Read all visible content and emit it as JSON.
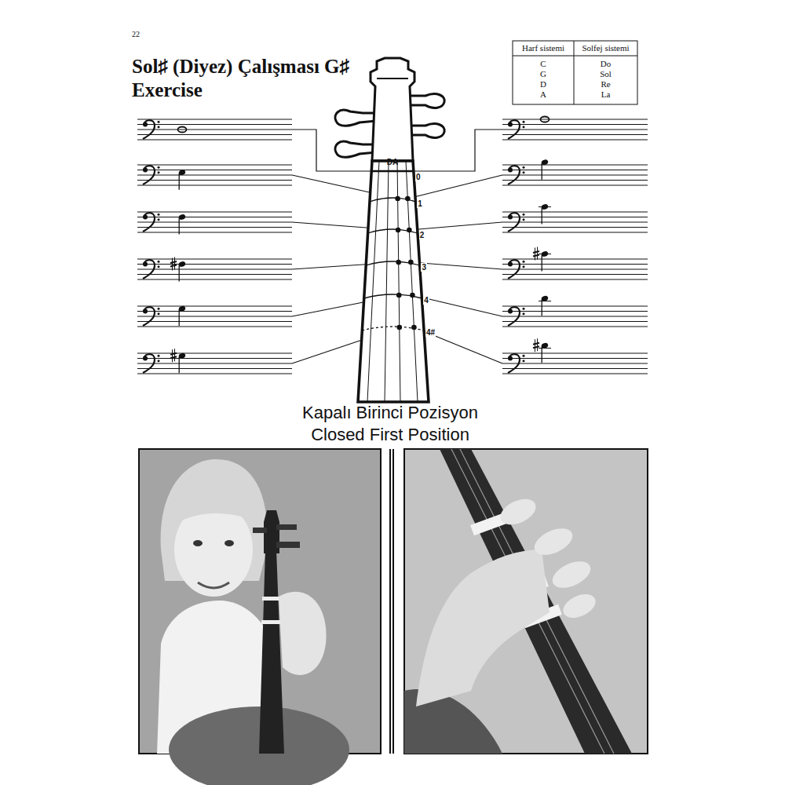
{
  "diagram": {
    "title": "Sol♯ (Diyez) Çalışması G♯ Exercise",
    "caption": "Kapalı Birinci Pozisyon Closed First Position",
    "labels": [
      "22",
      "Harf sistemi",
      "Solfej sistemi",
      "C",
      "G",
      "D",
      "A",
      "Do",
      "Sol",
      "Re",
      "La",
      "DA",
      "0",
      "1",
      "2",
      "3",
      "4",
      "4#"
    ]
  }
}
